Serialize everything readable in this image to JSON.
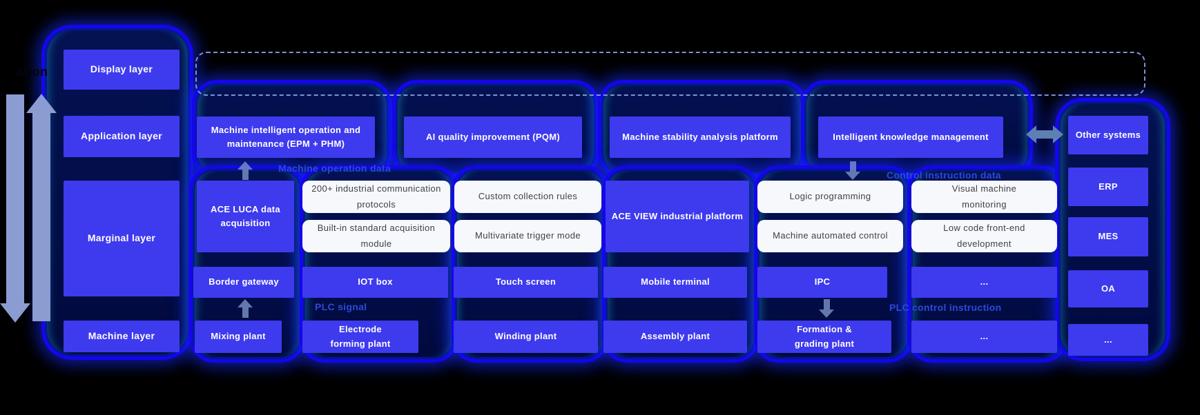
{
  "page": {
    "left_text_fragment": "ation"
  },
  "layers": {
    "items": [
      {
        "label": "Display layer"
      },
      {
        "label": "Application layer"
      },
      {
        "label": "Marginal layer"
      },
      {
        "label": "Machine layer"
      }
    ]
  },
  "applications": {
    "items": [
      {
        "label": "Machine intelligent operation and maintenance (EPM + PHM)"
      },
      {
        "label": "AI quality improvement (PQM)"
      },
      {
        "label": "Machine stability analysis platform"
      },
      {
        "label": "Intelligent knowledge management"
      }
    ]
  },
  "marginal": {
    "ace_luca_label": "ACE LUCA data acquisition",
    "ace_view_label": "ACE VIEW industrial platform",
    "features": [
      {
        "label": "200+ industrial communication protocols"
      },
      {
        "label": "Built-in standard acquisition module"
      },
      {
        "label": "Custom collection rules"
      },
      {
        "label": "Multivariate trigger mode"
      },
      {
        "label": "Logic programming"
      },
      {
        "label": "Machine automated control"
      },
      {
        "label": "Visual machine monitoring"
      },
      {
        "label": "Low code front-end development"
      }
    ],
    "devices": [
      {
        "label": "Border gateway"
      },
      {
        "label": "IOT box"
      },
      {
        "label": "Touch screen"
      },
      {
        "label": "Mobile terminal"
      },
      {
        "label": "IPC"
      },
      {
        "label": "..."
      }
    ]
  },
  "machines": {
    "items": [
      {
        "label": "Mixing plant"
      },
      {
        "label": "Electrode forming plant"
      },
      {
        "label": "Winding plant"
      },
      {
        "label": "Assembly plant"
      },
      {
        "label": "Formation & grading plant"
      },
      {
        "label": "..."
      }
    ]
  },
  "external_systems": {
    "items": [
      {
        "label": "Other systems"
      },
      {
        "label": "ERP"
      },
      {
        "label": "MES"
      },
      {
        "label": "OA"
      },
      {
        "label": "..."
      }
    ]
  },
  "flow_labels": {
    "machine_operation_data": "Machine operation data",
    "control_instruction_data": "Control instruction data",
    "plc_signal": "PLC signal",
    "plc_control_instruction": "PLC control instruction"
  },
  "colors": {
    "box_blue": "#3e3aee",
    "capsule_border": "#1605ec",
    "capsule_fill": "#041253",
    "white_box": "#f7f8fb",
    "flow_label_blue": "#2b49dc",
    "side_arrow": "#8b9cd2",
    "double_arrow": "#5d80b3",
    "dashed_border": "#7e93d4",
    "background": "#000000"
  }
}
